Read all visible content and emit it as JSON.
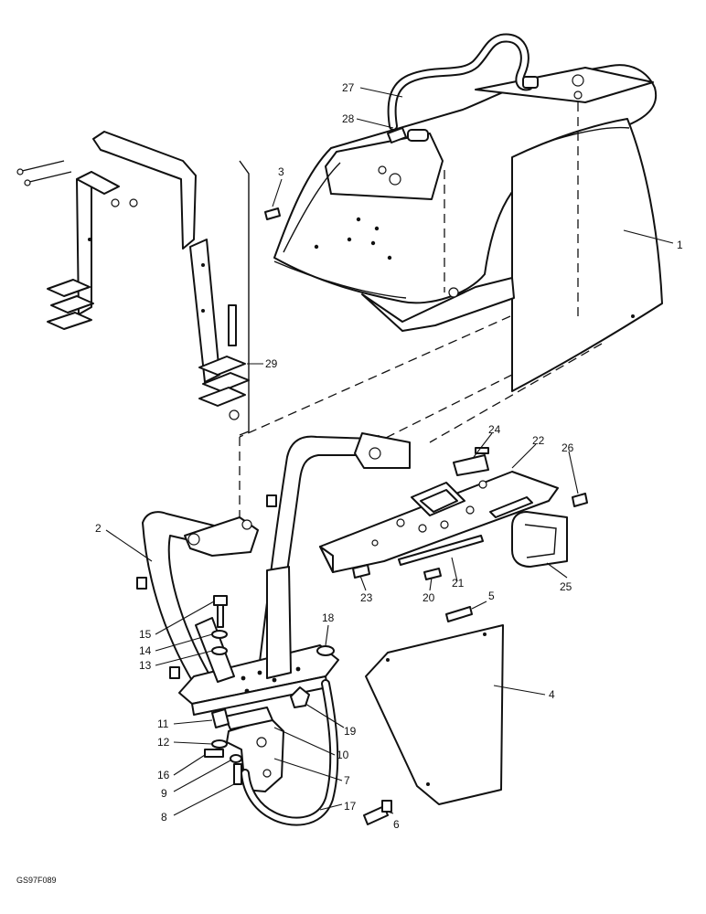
{
  "figure_ref": "GS97F089",
  "callouts": [
    {
      "id": "c1",
      "label": "1"
    },
    {
      "id": "c2",
      "label": "2"
    },
    {
      "id": "c3",
      "label": "3"
    },
    {
      "id": "c4",
      "label": "4"
    },
    {
      "id": "c5",
      "label": "5"
    },
    {
      "id": "c6",
      "label": "6"
    },
    {
      "id": "c7",
      "label": "7"
    },
    {
      "id": "c8",
      "label": "8"
    },
    {
      "id": "c9",
      "label": "9"
    },
    {
      "id": "c10",
      "label": "10"
    },
    {
      "id": "c11",
      "label": "11"
    },
    {
      "id": "c12",
      "label": "12"
    },
    {
      "id": "c13",
      "label": "13"
    },
    {
      "id": "c14",
      "label": "14"
    },
    {
      "id": "c15",
      "label": "15"
    },
    {
      "id": "c16",
      "label": "16"
    },
    {
      "id": "c17",
      "label": "17"
    },
    {
      "id": "c18",
      "label": "18"
    },
    {
      "id": "c19",
      "label": "19"
    },
    {
      "id": "c20",
      "label": "20"
    },
    {
      "id": "c21",
      "label": "21"
    },
    {
      "id": "c22",
      "label": "22"
    },
    {
      "id": "c23",
      "label": "23"
    },
    {
      "id": "c24",
      "label": "24"
    },
    {
      "id": "c25",
      "label": "25"
    },
    {
      "id": "c26",
      "label": "26"
    },
    {
      "id": "c27",
      "label": "27"
    },
    {
      "id": "c28",
      "label": "28"
    },
    {
      "id": "c29",
      "label": "29"
    }
  ]
}
